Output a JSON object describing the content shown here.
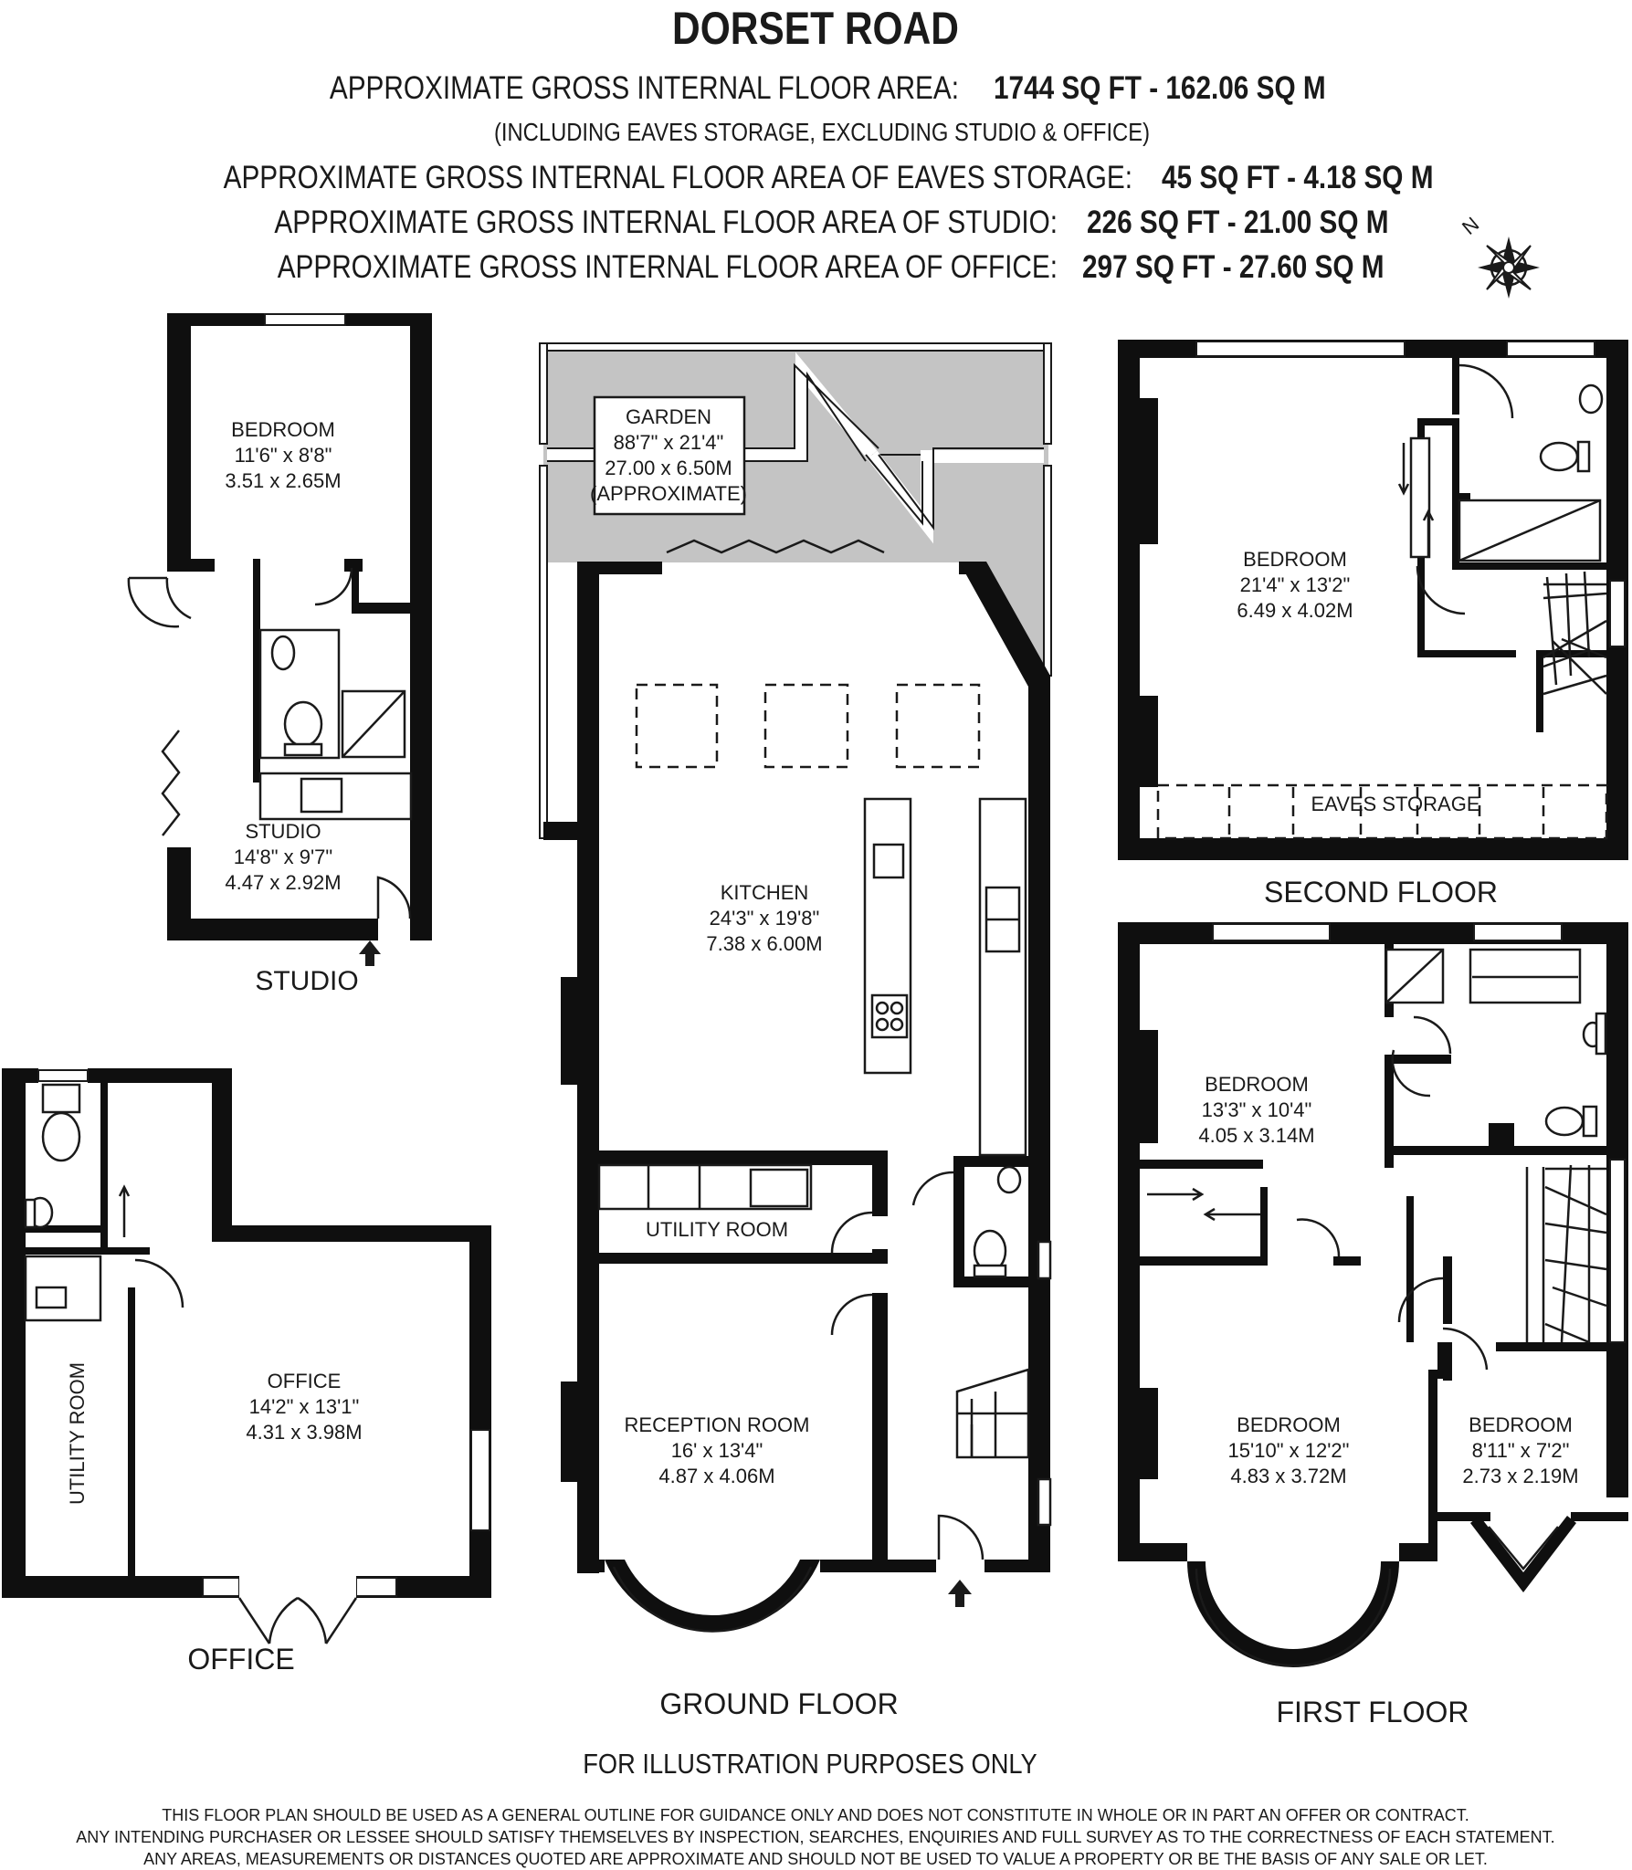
{
  "header": {
    "title": "DORSET ROAD",
    "gross_area_label": "APPROXIMATE GROSS INTERNAL FLOOR AREA:",
    "gross_area_value": "1744 SQ FT  -  162.06 SQ M",
    "gross_area_note": "(INCLUDING EAVES STORAGE, EXCLUDING STUDIO & OFFICE)",
    "eaves_area_label": "APPROXIMATE GROSS INTERNAL FLOOR AREA OF EAVES STORAGE:",
    "eaves_area_value": "45 SQ FT  -  4.18 SQ M",
    "studio_area_label": "APPROXIMATE GROSS INTERNAL FLOOR AREA OF STUDIO:",
    "studio_area_value": "226 SQ FT  -  21.00 SQ M",
    "office_area_label": "APPROXIMATE GROSS INTERNAL FLOOR AREA OF OFFICE:",
    "office_area_value": "297 SQ FT  -  27.60 SQ M"
  },
  "compass": {
    "icon": "compass-rose-icon",
    "north_label": "N"
  },
  "rooms": {
    "studio_bedroom": {
      "name": "BEDROOM",
      "imperial": "11'6\" x 8'8\"",
      "metric": "3.51 x 2.65M"
    },
    "studio": {
      "name": "STUDIO",
      "imperial": "14'8\" x 9'7\"",
      "metric": "4.47 x 2.92M"
    },
    "garden": {
      "name": "GARDEN",
      "imperial": "88'7\" x 21'4\"",
      "metric": "27.00 x 6.50M",
      "note": "(APPROXIMATE)"
    },
    "kitchen": {
      "name": "KITCHEN",
      "imperial": "24'3\" x 19'8\"",
      "metric": "7.38 x 6.00M"
    },
    "utility_ground": {
      "name": "UTILITY ROOM"
    },
    "reception": {
      "name": "RECEPTION ROOM",
      "imperial": "16' x 13'4\"",
      "metric": "4.87 x 4.06M"
    },
    "second_bedroom": {
      "name": "BEDROOM",
      "imperial": "21'4\" x 13'2\"",
      "metric": "6.49 x 4.02M"
    },
    "eaves": {
      "name": "EAVES STORAGE"
    },
    "first_bedroom_a": {
      "name": "BEDROOM",
      "imperial": "13'3\" x 10'4\"",
      "metric": "4.05 x 3.14M"
    },
    "first_bedroom_b": {
      "name": "BEDROOM",
      "imperial": "15'10\" x 12'2\"",
      "metric": "4.83 x 3.72M"
    },
    "first_bedroom_c": {
      "name": "BEDROOM",
      "imperial": "8'11\" x 7'2\"",
      "metric": "2.73 x 2.19M"
    },
    "office": {
      "name": "OFFICE",
      "imperial": "14'2\" x 13'1\"",
      "metric": "4.31 x 3.98M"
    },
    "utility_office": {
      "name": "UTILITY ROOM"
    }
  },
  "floors": {
    "studio": "STUDIO",
    "second": "SECOND FLOOR",
    "ground": "GROUND FLOOR",
    "first": "FIRST FLOOR",
    "office": "OFFICE"
  },
  "footer": {
    "illustration": "FOR ILLUSTRATION PURPOSES ONLY",
    "line1": "THIS FLOOR PLAN SHOULD BE USED AS A GENERAL OUTLINE FOR GUIDANCE ONLY AND DOES NOT CONSTITUTE IN WHOLE OR IN PART AN OFFER OR CONTRACT.",
    "line2": "ANY INTENDING PURCHASER OR LESSEE SHOULD SATISFY THEMSELVES BY INSPECTION, SEARCHES, ENQUIRIES AND FULL SURVEY AS TO THE CORRECTNESS OF EACH STATEMENT.",
    "line3": "ANY AREAS, MEASUREMENTS OR DISTANCES QUOTED ARE APPROXIMATE AND SHOULD NOT BE USED TO VALUE A PROPERTY OR BE THE BASIS OF ANY SALE OR LET."
  }
}
